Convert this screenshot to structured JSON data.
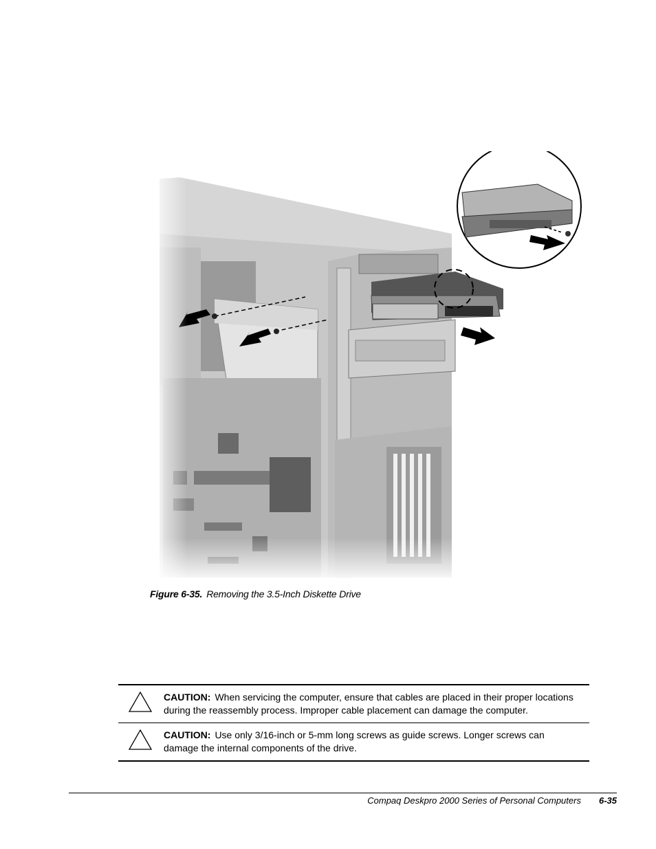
{
  "figure": {
    "label": "Figure 6-35.",
    "caption": "Removing the 3.5-Inch Diskette Drive"
  },
  "cautions": [
    {
      "label": "CAUTION:",
      "text": "When servicing the computer, ensure that cables are placed in their proper locations during the reassembly process. Improper cable placement can damage the computer."
    },
    {
      "label": "CAUTION:",
      "text": "Use only 3/16-inch or 5-mm long screws as guide screws. Longer screws can damage the internal components of the drive."
    }
  ],
  "footer": {
    "title": "Compaq Deskpro 2000 Series of Personal Computers",
    "page": "6-35"
  }
}
